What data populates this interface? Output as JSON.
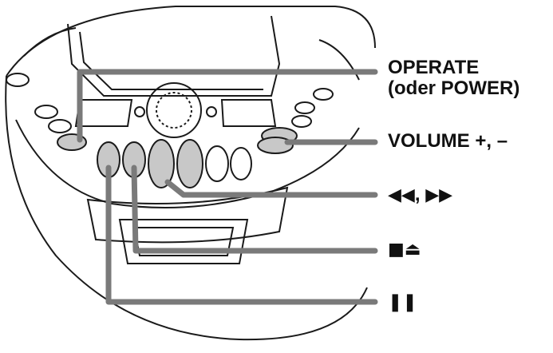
{
  "colors": {
    "line": "#1a1a1a",
    "callout": "#7a7a7a",
    "button_fill": "#c8c8c8",
    "paper": "#ffffff"
  },
  "labels": {
    "operate": "OPERATE",
    "operate_alt": "(oder POWER)",
    "volume": "VOLUME +, –",
    "skip_rewind": "◀◀",
    "skip_sep": ", ",
    "skip_forward": "▶▶",
    "stop_eject": "■⏏",
    "pause": "❚❚"
  }
}
